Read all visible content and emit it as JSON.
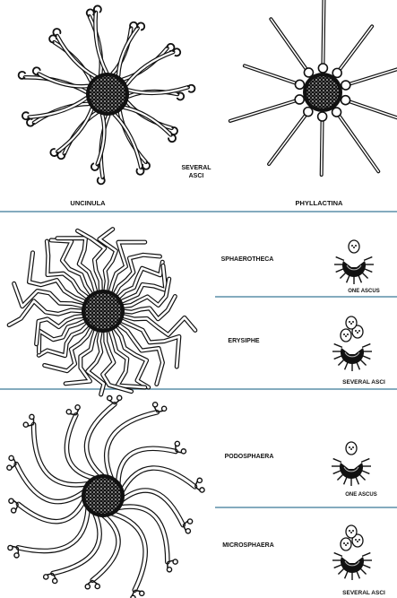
{
  "labels": {
    "uncinula": "UNCINULA",
    "phyllactina": "PHYLLACTINA",
    "several_asci_top_line1": "SEVERAL",
    "several_asci_top_line2": "ASCI",
    "sphaerotheca": "SPHAEROTHECA",
    "one_ascus_1": "ONE ASCUS",
    "erysiphe": "ERYSIPHE",
    "several_asci_2": "SEVERAL ASCI",
    "podosphaera": "PODOSPHAERA",
    "one_ascus_2": "ONE ASCUS",
    "microsphaera": "MICROSPHAERA",
    "several_asci_3": "SEVERAL ASCI"
  },
  "colors": {
    "divider": "#5b8fa8",
    "ink": "#111111",
    "fill": "#ffffff"
  },
  "icons": {
    "uncinula": "uncinula-cleistothecium-icon",
    "phyllactina": "phyllactina-cleistothecium-icon",
    "erysiphe_large": "erysiphe-cleistothecium-icon",
    "podosphaera_large": "podosphaera-cleistothecium-icon",
    "ascus_fruiting": "ascus-fruiting-body-icon"
  }
}
